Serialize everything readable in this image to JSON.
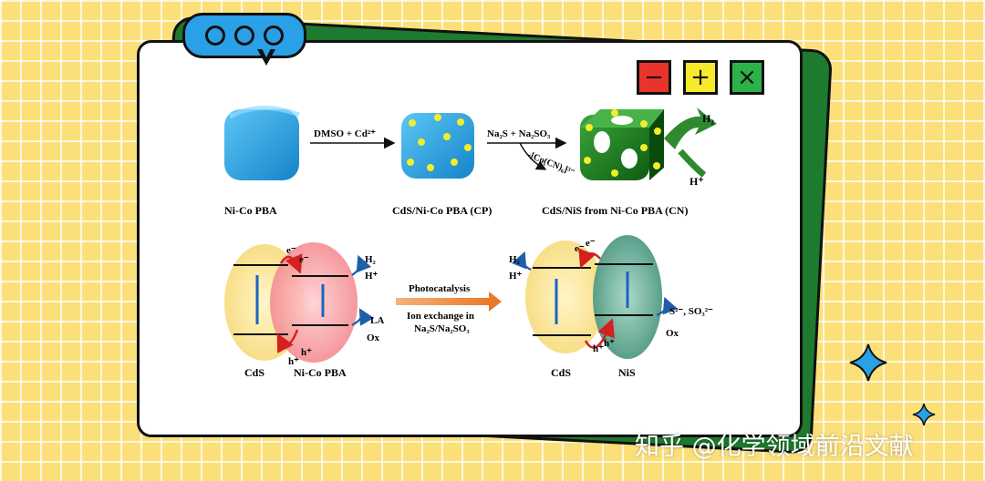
{
  "window_buttons": {
    "minimize": "−",
    "maximize": "+",
    "close": "×"
  },
  "top_scheme": {
    "label_ni_co_pba": "Ni-Co PBA",
    "label_cds_ni_co_pba": "CdS/Ni-Co PBA (CP)",
    "label_cds_nis": "CdS/NiS from Ni-Co PBA (CN)",
    "arrow1_reagent": "DMSO + Cd²⁺",
    "arrow2_reagent": "Na₂S + Na₂SO₃",
    "arrow2_side": "-[Co(CN)₆]³⁻",
    "h2": "H₂",
    "h_plus": "H⁺"
  },
  "bottom_left": {
    "cds": "CdS",
    "ni_co_pba": "Ni-Co PBA",
    "e_minus": "e⁻",
    "h_plus_holes": "h⁺",
    "h2": "H₂",
    "h_plus": "H⁺",
    "la": "LA",
    "ox": "Ox"
  },
  "middle_arrow": {
    "line1": "Photocatalysis",
    "line2": "Ion exchange in",
    "line3": "Na₂S/Na₂SO₃"
  },
  "bottom_right": {
    "cds": "CdS",
    "nis": "NiS",
    "e_minus": "e⁻",
    "h_plus_holes": "h⁺",
    "h2": "H₂",
    "h_plus": "H⁺",
    "sulfide": "S²⁻, SO₃²⁻",
    "ox": "Ox"
  },
  "watermark": "知乎 @化学领域前沿文献"
}
